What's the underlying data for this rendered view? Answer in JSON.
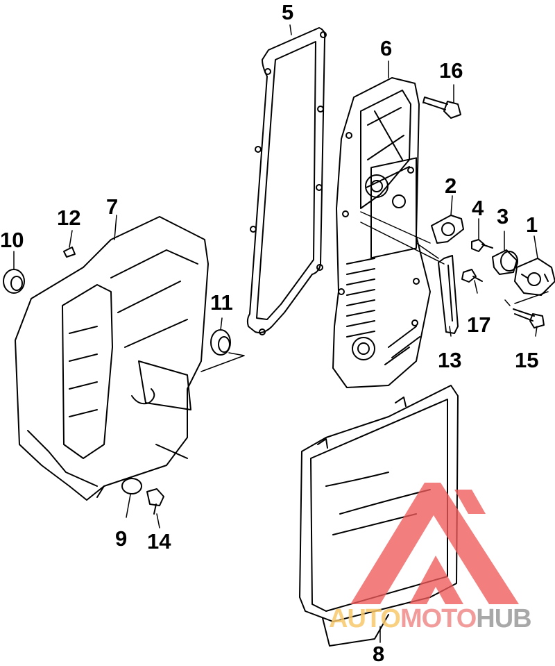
{
  "diagram": {
    "labels": [
      {
        "id": "1",
        "text": "1"
      },
      {
        "id": "2",
        "text": "2"
      },
      {
        "id": "3",
        "text": "3"
      },
      {
        "id": "4",
        "text": "4"
      },
      {
        "id": "5",
        "text": "5"
      },
      {
        "id": "6",
        "text": "6"
      },
      {
        "id": "7",
        "text": "7"
      },
      {
        "id": "8",
        "text": "8"
      },
      {
        "id": "9",
        "text": "9"
      },
      {
        "id": "10",
        "text": "10"
      },
      {
        "id": "11",
        "text": "11"
      },
      {
        "id": "12",
        "text": "12"
      },
      {
        "id": "13",
        "text": "13"
      },
      {
        "id": "14",
        "text": "14"
      },
      {
        "id": "15",
        "text": "15"
      },
      {
        "id": "16",
        "text": "16"
      },
      {
        "id": "17",
        "text": "17"
      }
    ]
  },
  "watermark": {
    "part1": "AUTO",
    "part2": "MOTO",
    "part3": "HUB",
    "colors": {
      "auto": "#f7c86a",
      "moto": "#f08a8a",
      "hub": "#9a9a9a",
      "logo": "#f05a5a"
    }
  }
}
